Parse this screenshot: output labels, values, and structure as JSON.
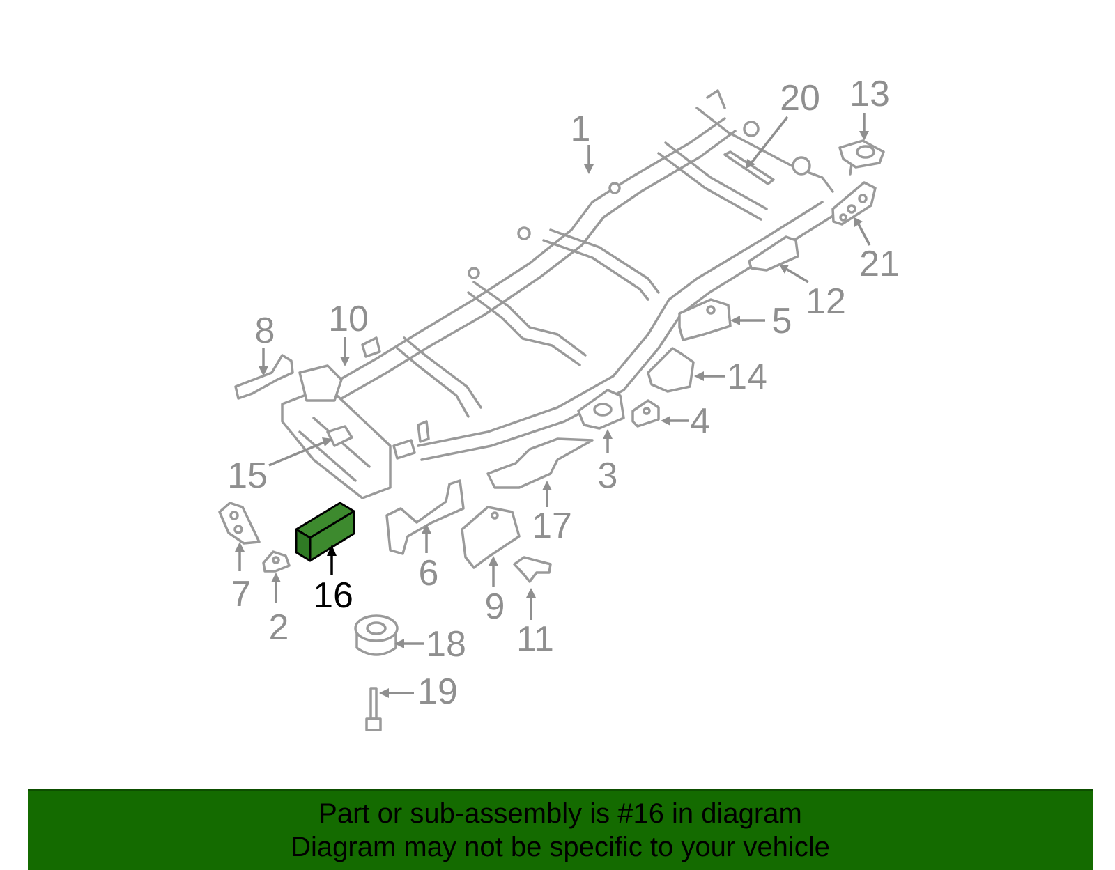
{
  "highlight": {
    "callout": "16",
    "fill_color": "#3d8a2e",
    "stroke_color": "#000000"
  },
  "callouts": [
    {
      "id": "1",
      "label": "1"
    },
    {
      "id": "2",
      "label": "2"
    },
    {
      "id": "3",
      "label": "3"
    },
    {
      "id": "4",
      "label": "4"
    },
    {
      "id": "5",
      "label": "5"
    },
    {
      "id": "6",
      "label": "6"
    },
    {
      "id": "7",
      "label": "7"
    },
    {
      "id": "8",
      "label": "8"
    },
    {
      "id": "9",
      "label": "9"
    },
    {
      "id": "10",
      "label": "10"
    },
    {
      "id": "11",
      "label": "11"
    },
    {
      "id": "12",
      "label": "12"
    },
    {
      "id": "13",
      "label": "13"
    },
    {
      "id": "14",
      "label": "14"
    },
    {
      "id": "15",
      "label": "15"
    },
    {
      "id": "16",
      "label": "16"
    },
    {
      "id": "17",
      "label": "17"
    },
    {
      "id": "18",
      "label": "18"
    },
    {
      "id": "19",
      "label": "19"
    },
    {
      "id": "20",
      "label": "20"
    },
    {
      "id": "21",
      "label": "21"
    }
  ],
  "banner": {
    "line1": "Part or sub-assembly is #16 in diagram",
    "line2": "Diagram may not be specific to your vehicle",
    "background": "#146b00"
  },
  "colors": {
    "part_stroke": "#9a9a9a",
    "label_gray": "#8f8f8f"
  }
}
